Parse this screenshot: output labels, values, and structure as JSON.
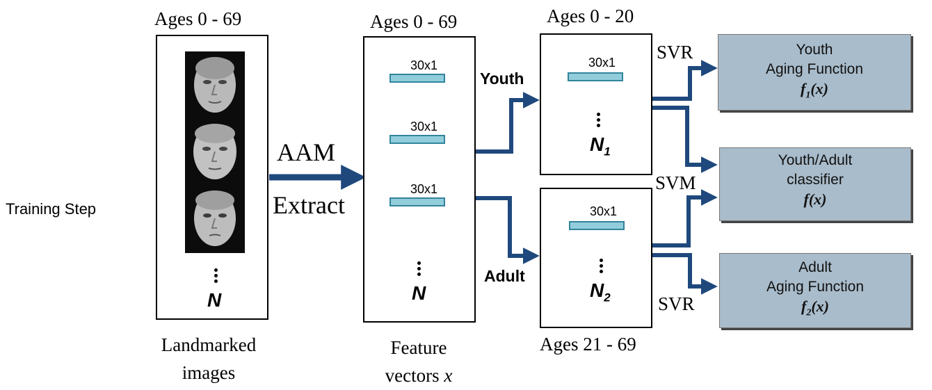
{
  "step_label": "Training Step",
  "col1": {
    "header": "Ages 0 - 69",
    "caption_line1": "Landmarked",
    "caption_line2": "images",
    "count": "N"
  },
  "extract": {
    "line1": "AAM",
    "line2": "Extract"
  },
  "col2": {
    "header": "Ages 0 - 69",
    "caption_line1": "Feature",
    "caption_line2": "vectors x",
    "vector_label": "30x1",
    "count": "N"
  },
  "branch": {
    "youth": "Youth",
    "adult": "Adult"
  },
  "youth_box": {
    "header": "Ages 0 - 20",
    "vector_label": "30x1",
    "count": "N",
    "sub": "1"
  },
  "adult_box": {
    "header": "Ages 21 - 69",
    "vector_label": "30x1",
    "count": "N",
    "sub": "2"
  },
  "regressors": {
    "svr_top": "SVR",
    "svm": "SVM",
    "svr_bottom": "SVR"
  },
  "outputs": {
    "youth": {
      "line1": "Youth",
      "line2": "Aging Function",
      "fn": "f",
      "sub": "1",
      "arg": "(x)"
    },
    "classifier": {
      "line1": "Youth/Adult",
      "line2": "classifier",
      "fn": "f",
      "arg": "(x)"
    },
    "adult": {
      "line1": "Adult",
      "line2": "Aging Function",
      "fn": "f",
      "sub": "2",
      "arg": "(x)"
    }
  },
  "colors": {
    "arrow": "#1f497d",
    "output_fill": "#a9bccb",
    "vector_fill": "#92cddc",
    "vector_border": "#31849b"
  }
}
